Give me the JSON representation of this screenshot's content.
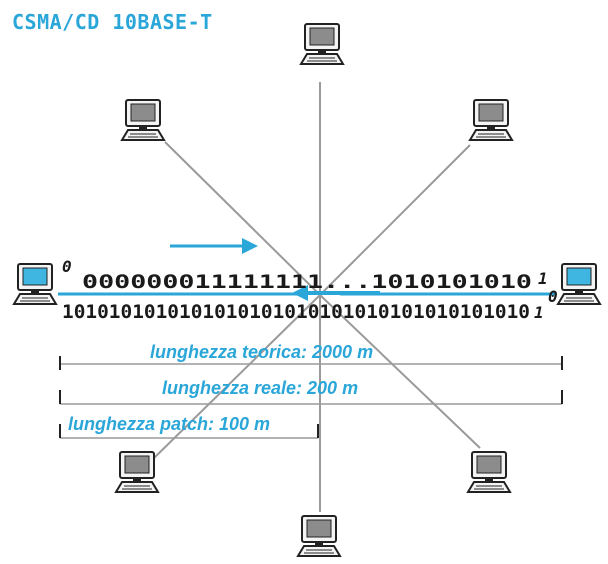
{
  "title": "CSMA/CD 10BASE-T",
  "signal": {
    "top_bits": "000000011111111...1010101010",
    "bottom_bits": "1010101010101010101010101010101010101010",
    "start_marker": "0",
    "end_marker_top": "1",
    "end_marker_bottom": "1",
    "right_marker": "0"
  },
  "measurements": [
    {
      "label": "lunghezza teorica: 2000 m"
    },
    {
      "label": "lunghezza reale: 200 m"
    },
    {
      "label": "lunghezza patch: 100 m"
    }
  ],
  "colors": {
    "accent": "#2aa6d9",
    "line": "#9a9a9a",
    "screen_active": "#3fb6e2",
    "text": "#1a1a1a"
  },
  "icons": [
    "computer-icon"
  ]
}
